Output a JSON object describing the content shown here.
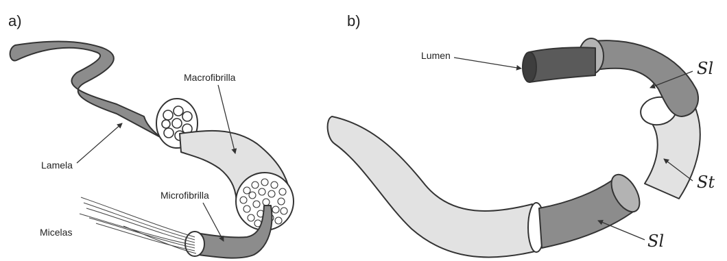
{
  "panels": {
    "a": "a)",
    "b": "b)"
  },
  "labels_a": {
    "lamela": "Lamela",
    "macrofibrilla": "Macrofibrilla",
    "microfibrilla": "Microfibrilla",
    "micelas": "Micelas"
  },
  "labels_b": {
    "lumen": "Lumen",
    "sl_top": "Sl",
    "st": "St",
    "sl_bottom": "Sl"
  },
  "colors": {
    "dark_fill": "#8c8c8c",
    "mid_fill": "#b3b3b3",
    "light_fill": "#e2e2e2",
    "lumen_fill": "#5a5a5a",
    "outline": "#333333"
  }
}
